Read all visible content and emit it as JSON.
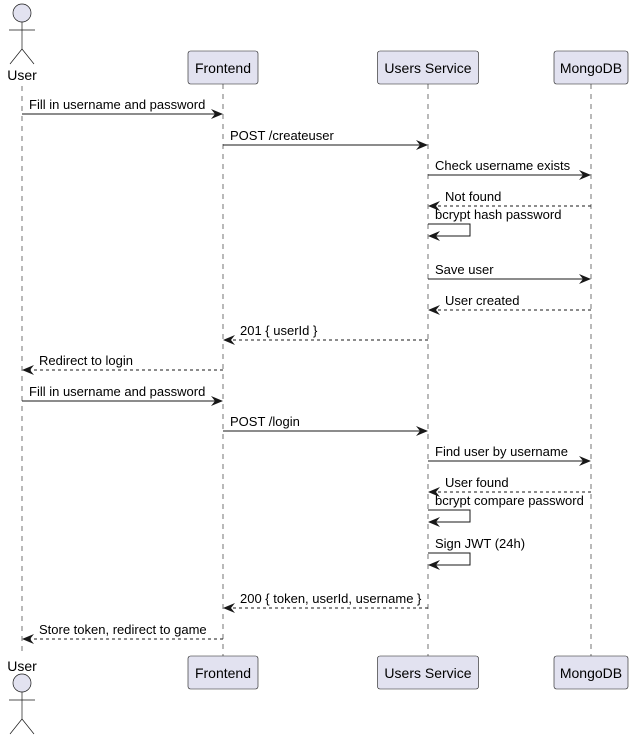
{
  "participants": [
    {
      "id": "user",
      "label": "User",
      "kind": "actor"
    },
    {
      "id": "frontend",
      "label": "Frontend",
      "kind": "box"
    },
    {
      "id": "users_service",
      "label": "Users Service",
      "kind": "box"
    },
    {
      "id": "mongodb",
      "label": "MongoDB",
      "kind": "box"
    }
  ],
  "messages": [
    {
      "from": "user",
      "to": "frontend",
      "label": "Fill in username and password",
      "style": "solid"
    },
    {
      "from": "frontend",
      "to": "users_service",
      "label": "POST /createuser",
      "style": "solid"
    },
    {
      "from": "users_service",
      "to": "mongodb",
      "label": "Check username exists",
      "style": "solid"
    },
    {
      "from": "mongodb",
      "to": "users_service",
      "label": "Not found",
      "style": "dashed"
    },
    {
      "from": "users_service",
      "to": "users_service",
      "label": "bcrypt hash password",
      "style": "self"
    },
    {
      "from": "users_service",
      "to": "mongodb",
      "label": "Save user",
      "style": "solid"
    },
    {
      "from": "mongodb",
      "to": "users_service",
      "label": "User created",
      "style": "dashed"
    },
    {
      "from": "users_service",
      "to": "frontend",
      "label": "201 { userId }",
      "style": "dashed"
    },
    {
      "from": "frontend",
      "to": "user",
      "label": "Redirect to login",
      "style": "dashed"
    },
    {
      "from": "user",
      "to": "frontend",
      "label": "Fill in username and password",
      "style": "solid"
    },
    {
      "from": "frontend",
      "to": "users_service",
      "label": "POST /login",
      "style": "solid"
    },
    {
      "from": "users_service",
      "to": "mongodb",
      "label": "Find user by username",
      "style": "solid"
    },
    {
      "from": "mongodb",
      "to": "users_service",
      "label": "User found",
      "style": "dashed"
    },
    {
      "from": "users_service",
      "to": "users_service",
      "label": "bcrypt compare password",
      "style": "self"
    },
    {
      "from": "users_service",
      "to": "users_service",
      "label": "Sign JWT (24h)",
      "style": "self"
    },
    {
      "from": "users_service",
      "to": "frontend",
      "label": "200 { token, userId, username }",
      "style": "dashed"
    },
    {
      "from": "frontend",
      "to": "user",
      "label": "Store token, redirect to game",
      "style": "dashed"
    }
  ],
  "colors": {
    "box_fill": "#e2e2f0",
    "box_stroke": "#181818",
    "lifeline": "#181818",
    "arrow": "#181818"
  }
}
